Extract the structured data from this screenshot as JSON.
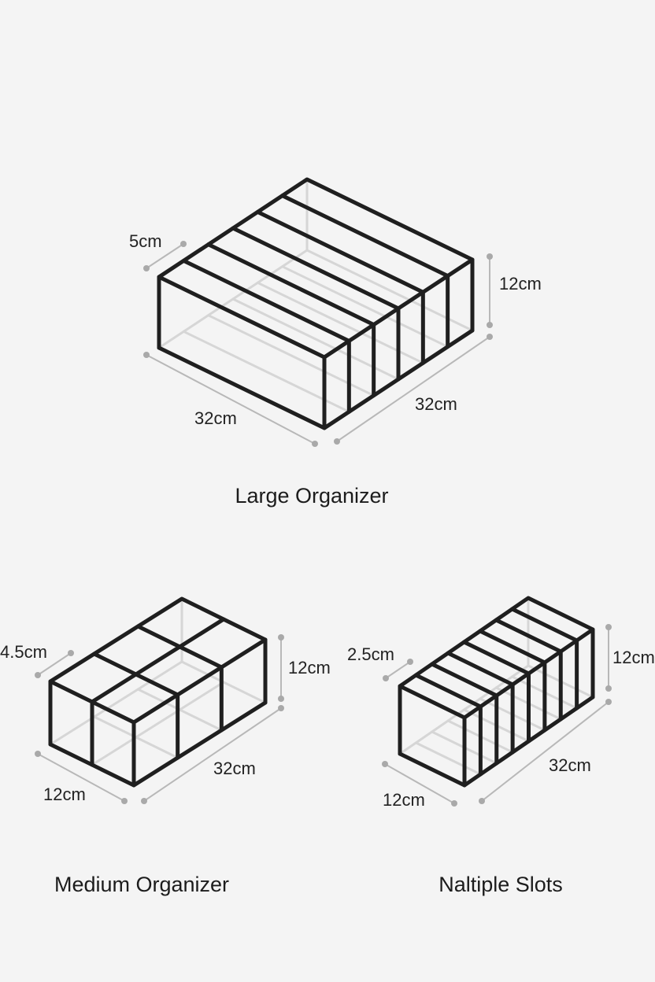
{
  "large": {
    "caption": "Large Organizer",
    "dim_slot": "5cm",
    "dim_height": "12cm",
    "dim_front_width": "32cm",
    "dim_depth": "32cm"
  },
  "medium": {
    "caption": "Medium Organizer",
    "dim_slot": "4.5cm",
    "dim_height": "12cm",
    "dim_front_width": "12cm",
    "dim_depth": "32cm"
  },
  "multi": {
    "caption": "Naltiple Slots",
    "dim_slot": "2.5cm",
    "dim_height": "12cm",
    "dim_front_width": "12cm",
    "dim_depth": "32cm"
  },
  "colors": {
    "background": "#f4f4f4",
    "frame": "#1f1f1f",
    "back_frame": "#d6d6d6",
    "dimension": "#b8b8b8"
  }
}
